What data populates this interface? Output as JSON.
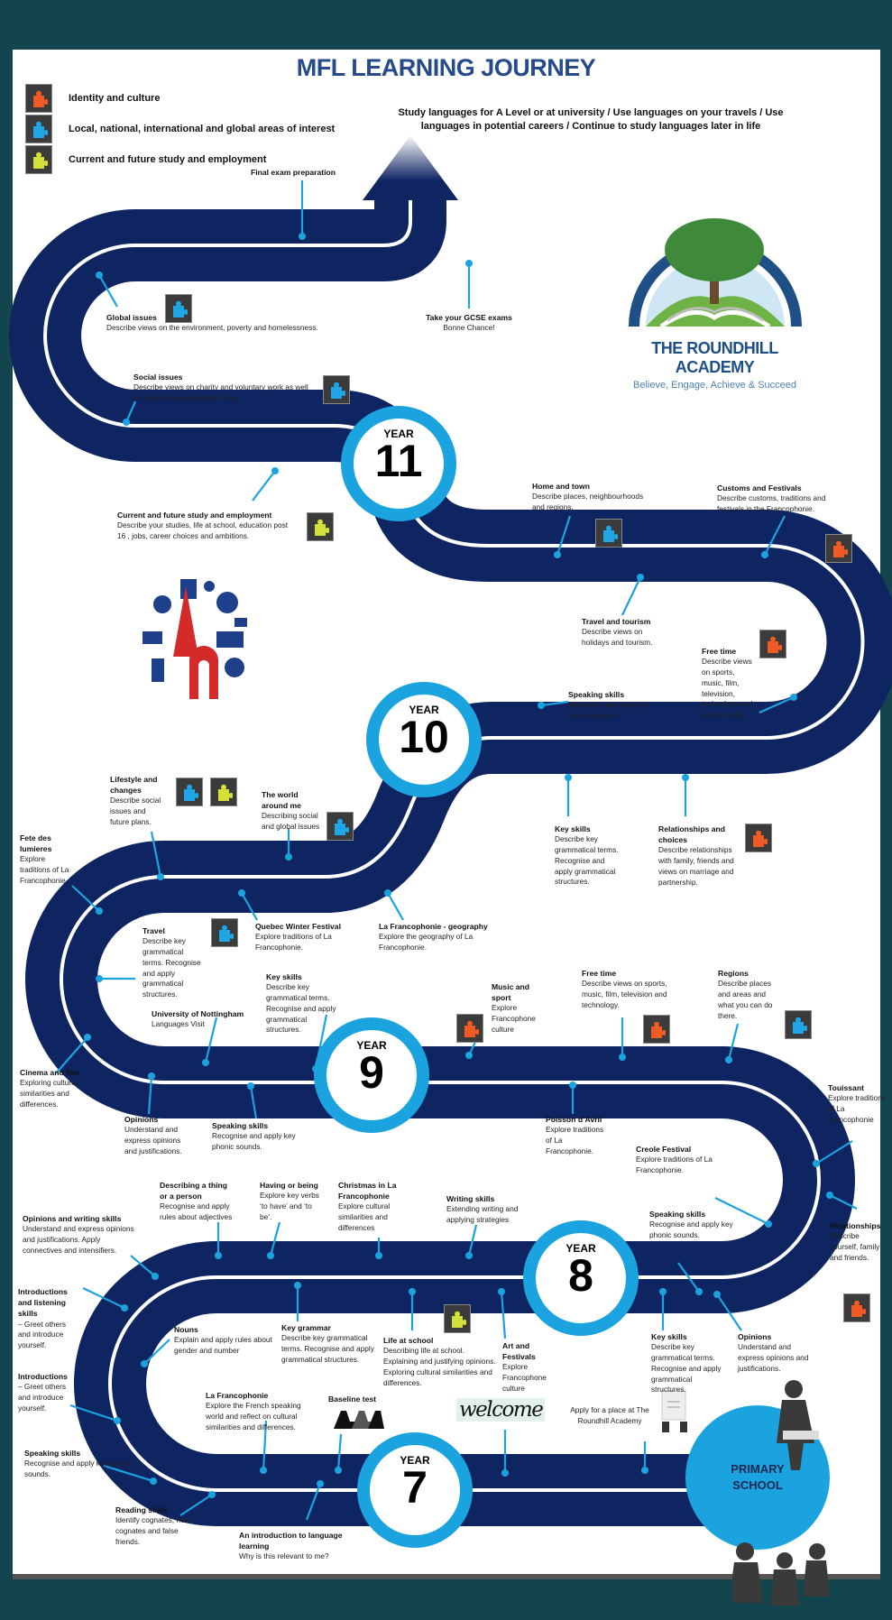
{
  "title": "MFL LEARNING JOURNEY",
  "legend": [
    {
      "label": "Identity and  culture",
      "icon": "puzzle-orange-icon"
    },
    {
      "label": "Local, national, international and global areas of interest",
      "icon": "puzzle-blue-icon"
    },
    {
      "label": "Current and future study and employment",
      "icon": "puzzle-yellow-icon"
    }
  ],
  "colors": {
    "identity": "#f05a24",
    "local": "#1ea6e6",
    "study": "#d4e03a",
    "road": "#0f2562",
    "ring": "#1ba3e0",
    "background": "#13454e",
    "title": "#254b8d"
  },
  "goal": "Study languages for A Level or at university / Use languages on your travels / Use languages in potential careers / Continue to study languages later in life",
  "logo": {
    "name": "THE ROUNDHILL ACADEMY",
    "motto": "Believe, Engage, Achieve & Succeed"
  },
  "years": [
    {
      "label": "YEAR",
      "num": "11"
    },
    {
      "label": "YEAR",
      "num": "10"
    },
    {
      "label": "YEAR",
      "num": "9"
    },
    {
      "label": "YEAR",
      "num": "8"
    },
    {
      "label": "YEAR",
      "num": "7"
    }
  ],
  "primary": "PRIMARY SCHOOL",
  "welcome": "welcome",
  "stops": [
    {
      "title": "Final exam preparation",
      "desc": "",
      "icons": []
    },
    {
      "title": "Take your GCSE exams",
      "desc": "Bonne Chance!",
      "icons": []
    },
    {
      "title": "Global issues",
      "desc": "Describe views on the environment, poverty and homelessness.",
      "icons": [
        "local"
      ]
    },
    {
      "title": "Social issues",
      "desc": "Describe views on charity and voluntary work as well as healthy and unhealthy living",
      "icons": [
        "local"
      ]
    },
    {
      "title": "Current and future study and employment",
      "desc": "Describe your studies, life at school, education post 16 , jobs, career choices and ambitions.",
      "icons": [
        "study"
      ]
    },
    {
      "title": "Home and town",
      "desc": "Describe places, neighbourhoods and regions.",
      "icons": [
        "local"
      ]
    },
    {
      "title": "Customs and Festivals",
      "desc": "Describe customs, traditions and festivals in the Francophonie.",
      "icons": [
        "identity"
      ]
    },
    {
      "title": "Travel and tourism",
      "desc": "Describe views on holidays and tourism.",
      "icons": []
    },
    {
      "title": "Free time",
      "desc": "Describe views on sports, music, film, television, technology and social media.",
      "icons": [
        "identity"
      ]
    },
    {
      "title": "Speaking skills",
      "desc": "Recognise and apply key phonic sounds.",
      "icons": []
    },
    {
      "title": "Lifestyle and changes",
      "desc": "Describe social issues and future plans.",
      "icons": [
        "local",
        "study"
      ]
    },
    {
      "title": "The world around me",
      "desc": "Describing social and global issues",
      "icons": [
        "local"
      ]
    },
    {
      "title": "Fete des lumieres",
      "desc": "Explore traditions of La Francophonie.",
      "icons": []
    },
    {
      "title": "Key skills",
      "desc": "Describe key grammatical terms. Recognise and apply grammatical structures.",
      "icons": []
    },
    {
      "title": "Relationships and choices",
      "desc": "Describe relationships with family, friends and views on marriage and partnership.",
      "icons": [
        "identity"
      ]
    },
    {
      "title": "Quebec Winter Festival",
      "desc": "Explore traditions of La Francophonie.",
      "icons": []
    },
    {
      "title": "La Francophonie - geography",
      "desc": "Explore the geography of La Francophonie.",
      "icons": []
    },
    {
      "title": "Travel",
      "desc": "Describe key grammatical terms. Recognise and apply grammatical structures.",
      "icons": [
        "local"
      ]
    },
    {
      "title": "Key skills",
      "desc": "Describe key grammatical terms. Recognise and apply grammatical structures.",
      "icons": []
    },
    {
      "title": "University of Nottingham",
      "desc": "Languages Visit",
      "icons": []
    },
    {
      "title": "Music and sport",
      "desc": "Explore Francophone culture",
      "icons": [
        "identity"
      ]
    },
    {
      "title": "Free time",
      "desc": "Describe views on sports, music, film, television and technology.",
      "icons": [
        "identity"
      ]
    },
    {
      "title": "Regions",
      "desc": "Describe places and areas and what you can do there.",
      "icons": [
        "local"
      ]
    },
    {
      "title": "Cinema and film",
      "desc": "Exploring cultural similarities and differences.",
      "icons": []
    },
    {
      "title": "Opinions",
      "desc": "Understand and express opinions and justifications.",
      "icons": []
    },
    {
      "title": "Speaking skills",
      "desc": "Recognise and apply key phonic sounds.",
      "icons": []
    },
    {
      "title": "Poisson d’Avril",
      "desc": "Explore traditions of La Francophonie.",
      "icons": []
    },
    {
      "title": "Touissant",
      "desc": "Explore traditions of La Francophonie",
      "icons": []
    },
    {
      "title": "Creole Festival",
      "desc": "Explore traditions of La Francophonie.",
      "icons": []
    },
    {
      "title": "Relationships",
      "desc": "Describe yourself, family and friends.",
      "icons": [
        "identity"
      ]
    },
    {
      "title": "Describing a thing or a person",
      "desc": "Recognise and apply rules about adjectives",
      "icons": []
    },
    {
      "title": "Having or being",
      "desc": "Explore key verbs ‘to have’ and ‘to be’.",
      "icons": []
    },
    {
      "title": "Christmas in La Francophonie",
      "desc": "Explore cultural similarities and differences",
      "icons": []
    },
    {
      "title": "Writing skills",
      "desc": "Extending writing and applying strategies",
      "icons": []
    },
    {
      "title": "Opinions and writing skills",
      "desc": "Understand and express opinions and justifications. Apply connectives and intensifiers.",
      "icons": []
    },
    {
      "title": "Speaking skills",
      "desc": "Recognise and apply key phonic sounds.",
      "icons": []
    },
    {
      "title": "Introductions and listening skills",
      "desc": "– Greet others and introduce yourself.",
      "icons": []
    },
    {
      "title": "Nouns",
      "desc": "Explain and apply rules about gender and number",
      "icons": []
    },
    {
      "title": "Key grammar",
      "desc": "Describe key grammatical terms. Recognise and apply grammatical structures.",
      "icons": []
    },
    {
      "title": "Life at school",
      "desc": "Describing life at school. Explaining and justifying opinions. Exploring cultural similarities and differences.",
      "icons": [
        "study"
      ]
    },
    {
      "title": "Art and Festivals",
      "desc": "Explore Francophone culture",
      "icons": []
    },
    {
      "title": "Key skills",
      "desc": "Describe key grammatical terms. Recognise and apply grammatical structures.",
      "icons": []
    },
    {
      "title": "Opinions",
      "desc": "Understand and express opinions and justifications.",
      "icons": []
    },
    {
      "title": "Introductions",
      "desc": "– Greet others and introduce yourself.",
      "icons": []
    },
    {
      "title": "La Francophonie",
      "desc": "Explore the French speaking world and reflect on cultural similarities and differences.",
      "icons": []
    },
    {
      "title": "Baseline test",
      "desc": "",
      "icons": []
    },
    {
      "title": "",
      "desc": "Apply for a place at The Roundhill Academy",
      "icons": []
    },
    {
      "title": "Speaking skills",
      "desc": "Recognise and apply key phonic sounds.",
      "icons": []
    },
    {
      "title": "Reading skills",
      "desc": "Identify cognates, near cognates and false friends.",
      "icons": []
    },
    {
      "title": "An introduction to language learning",
      "desc": "Why is this relevant to me?",
      "icons": []
    }
  ]
}
